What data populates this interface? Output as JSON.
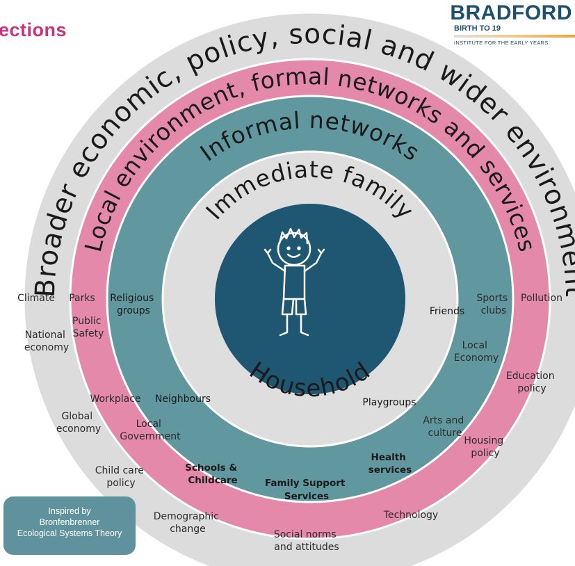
{
  "header": {
    "title": "ections"
  },
  "logo": {
    "main": "BRADFORD",
    "sub": "BIRTH TO 19",
    "tagline": "INSTITUTE FOR THE EARLY YEARS"
  },
  "rings": {
    "outer": "Broader economic, policy, social and wider environment",
    "local": "Local environment, formal networks and services",
    "informal": "Informal networks",
    "immediate": "Immediate family",
    "household": "Household"
  },
  "center": {
    "icon": "child-icon"
  },
  "labels": {
    "climate": "Climate",
    "national_economy": [
      "National",
      "economy"
    ],
    "global_economy": [
      "Global",
      "economy"
    ],
    "child_care_policy": [
      "Child care",
      "policy"
    ],
    "demographic_change": [
      "Demographic",
      "change"
    ],
    "social_norms": [
      "Social norms",
      "and attitudes"
    ],
    "technology": "Technology",
    "housing_policy": [
      "Housing",
      "policy"
    ],
    "education_policy": [
      "Education",
      "policy"
    ],
    "pollution": "Pollution",
    "parks": "Parks",
    "public_safety": [
      "Public",
      "Safety"
    ],
    "workplace": "Workplace",
    "local_government": [
      "Local",
      "Government"
    ],
    "schools_childcare": [
      "Schools &",
      "Childcare"
    ],
    "family_support": [
      "Family Support",
      "Services"
    ],
    "health_services": [
      "Health",
      "services"
    ],
    "arts_culture": [
      "Arts and",
      "culture"
    ],
    "local_economy": [
      "Local",
      "Economy"
    ],
    "sports_clubs": [
      "Sports",
      "clubs"
    ],
    "religious_groups": [
      "Religious",
      "groups"
    ],
    "neighbours": "Neighbours",
    "playgroups": "Playgroups",
    "friends": "Friends"
  },
  "footnote": {
    "lines": [
      "Inspired by",
      "Bronfenbrenner",
      "Ecological Systems Theory"
    ]
  },
  "colors": {
    "outer_ring": "#dcdcdc",
    "local_ring": "#e489a9",
    "informal_ring": "#6198a0",
    "immediate_ring": "#dedede",
    "center": "#1f5672",
    "title": "#c8337a",
    "logo": "#1f4f6e"
  }
}
